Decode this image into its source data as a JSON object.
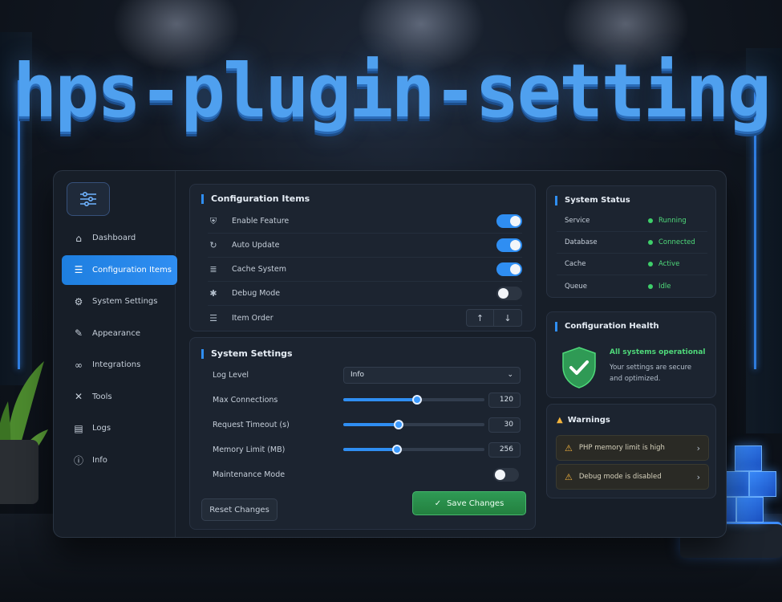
{
  "app_title": "hps-plugin-setting",
  "sidebar": {
    "items": [
      {
        "label": "Dashboard",
        "icon": "home-icon"
      },
      {
        "label": "Configuration Items",
        "icon": "list-icon",
        "active": true
      },
      {
        "label": "System Settings",
        "icon": "gear-icon"
      },
      {
        "label": "Appearance",
        "icon": "brush-icon"
      },
      {
        "label": "Integrations",
        "icon": "link-icon"
      },
      {
        "label": "Tools",
        "icon": "tools-icon"
      },
      {
        "label": "Logs",
        "icon": "document-icon"
      },
      {
        "label": "Info",
        "icon": "info-icon"
      }
    ]
  },
  "config_items": {
    "title": "Configuration Items",
    "rows": [
      {
        "label": "Enable Feature",
        "icon": "shield-icon",
        "enabled": true
      },
      {
        "label": "Auto Update",
        "icon": "refresh-icon",
        "enabled": true
      },
      {
        "label": "Cache System",
        "icon": "database-icon",
        "enabled": true
      },
      {
        "label": "Debug Mode",
        "icon": "bug-icon",
        "enabled": false
      },
      {
        "label": "Item Order",
        "icon": "list-icon",
        "up": "↑",
        "down": "↓"
      }
    ]
  },
  "system_settings": {
    "title": "System Settings",
    "log_level": {
      "label": "Log Level",
      "value": "Info"
    },
    "max_connections": {
      "label": "Max Connections",
      "value": "120",
      "fraction": 0.52
    },
    "request_timeout": {
      "label": "Request Timeout (s)",
      "value": "30",
      "fraction": 0.39
    },
    "memory_limit": {
      "label": "Memory Limit (MB)",
      "value": "256",
      "fraction": 0.38
    },
    "maintenance_mode": {
      "label": "Maintenance Mode",
      "enabled": false
    },
    "reset_label": "Reset Changes",
    "save_label": "Save Changes"
  },
  "system_status": {
    "title": "System Status",
    "rows": [
      {
        "key": "Service",
        "value": "Running"
      },
      {
        "key": "Database",
        "value": "Connected"
      },
      {
        "key": "Cache",
        "value": "Active"
      },
      {
        "key": "Queue",
        "value": "Idle"
      }
    ]
  },
  "health": {
    "title": "Configuration Health",
    "status": "All systems operational",
    "description": "Your settings are secure and optimized."
  },
  "warnings": {
    "title": "Warnings",
    "items": [
      {
        "text": "PHP memory limit is high"
      },
      {
        "text": "Debug mode is disabled"
      }
    ]
  },
  "colors": {
    "accent": "#2f8ef2",
    "success": "#4fd97a",
    "warning": "#f2b33d",
    "save": "#2f9a55"
  }
}
